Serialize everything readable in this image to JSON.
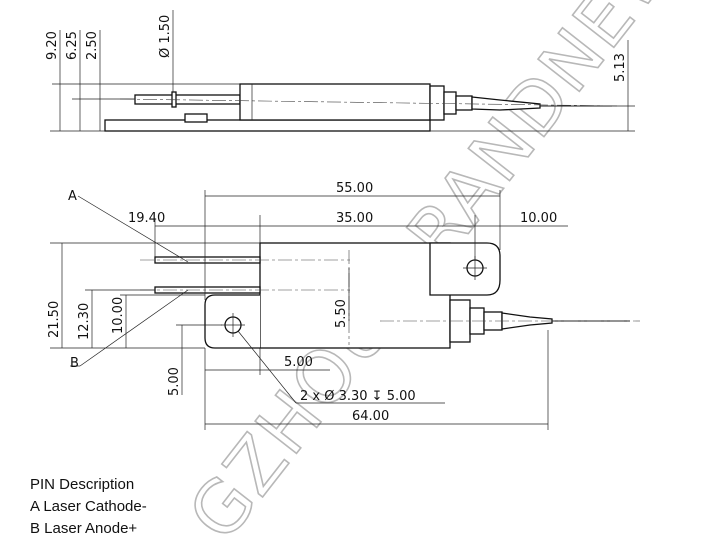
{
  "side_view": {
    "dim_9_20": "9.20",
    "dim_6_25": "6.25",
    "dim_2_50": "2.50",
    "dim_dia_1_50": "Ø 1.50",
    "dim_5_13": "5.13"
  },
  "top_view": {
    "label_a": "A",
    "label_b": "B",
    "dim_55_00": "55.00",
    "dim_19_40": "19.40",
    "dim_35_00": "35.00",
    "dim_10_00_top": "10.00",
    "dim_21_50": "21.50",
    "dim_12_30": "12.30",
    "dim_10_00_left": "10.00",
    "dim_5_50": "5.50",
    "dim_5_00_h": "5.00",
    "dim_5_00_v": "5.00",
    "dim_holes": "2 x Ø 3.30 ↧ 5.00",
    "dim_64_00": "64.00"
  },
  "pin_description": {
    "title": "PIN Description",
    "line_a": "A Laser Cathode-",
    "line_b": "B Laser Anode+"
  },
  "watermark": "GZHOU BRANDNEW"
}
